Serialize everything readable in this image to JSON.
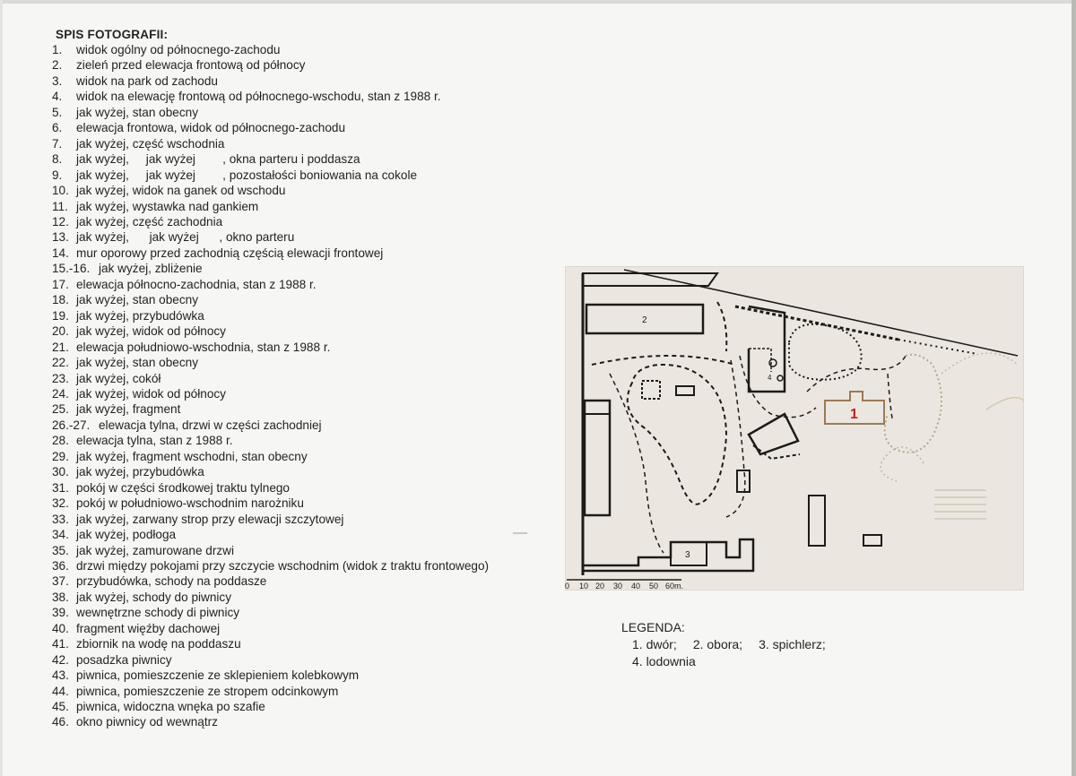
{
  "document": {
    "title": "SPIS FOTOGRAFII:",
    "photos": [
      {
        "num": "1.",
        "text": "widok ogólny od północnego-zachodu"
      },
      {
        "num": "2.",
        "text": "zieleń przed elewacja frontową od północy"
      },
      {
        "num": "3.",
        "text": "widok na park od zachodu"
      },
      {
        "num": "4.",
        "text": "widok na elewację frontową od północnego-wschodu, stan z 1988 r."
      },
      {
        "num": "5.",
        "text": "jak wyżej, stan obecny"
      },
      {
        "num": "6.",
        "text": "elewacja frontowa, widok od północnego-zachodu"
      },
      {
        "num": "7.",
        "text": "jak wyżej, część wschodnia"
      },
      {
        "num": "8.",
        "text": "jak wyżej,     jak wyżej        , okna parteru i poddasza"
      },
      {
        "num": "9.",
        "text": "jak wyżej,     jak wyżej        , pozostałości boniowania na cokole"
      },
      {
        "num": "10.",
        "text": "jak wyżej, widok na ganek od wschodu"
      },
      {
        "num": "11.",
        "text": "jak wyżej, wystawka nad gankiem"
      },
      {
        "num": "12.",
        "text": "jak wyżej, część zachodnia"
      },
      {
        "num": "13.",
        "text": "jak wyżej,      jak wyżej      , okno parteru"
      },
      {
        "num": "14.",
        "text": "mur oporowy przed zachodnią częścią elewacji frontowej"
      },
      {
        "num": "15.-16.",
        "text": "jak wyżej, zbliżenie"
      },
      {
        "num": "17.",
        "text": "elewacja północno-zachodnia, stan z 1988 r."
      },
      {
        "num": "18.",
        "text": "jak wyżej, stan obecny"
      },
      {
        "num": "19.",
        "text": "jak wyżej, przybudówka"
      },
      {
        "num": "20.",
        "text": "jak wyżej, widok od północy"
      },
      {
        "num": "21.",
        "text": "elewacja południowo-wschodnia, stan z 1988 r."
      },
      {
        "num": "22.",
        "text": "jak wyżej, stan obecny"
      },
      {
        "num": "23.",
        "text": "jak wyżej, cokół"
      },
      {
        "num": "24.",
        "text": "jak wyżej, widok od północy"
      },
      {
        "num": "25.",
        "text": "jak wyżej, fragment"
      },
      {
        "num": "26.-27.",
        "text": "elewacja tylna, drzwi w części zachodniej"
      },
      {
        "num": "28.",
        "text": "elewacja tylna, stan z 1988 r."
      },
      {
        "num": "29.",
        "text": "jak wyżej, fragment wschodni, stan obecny"
      },
      {
        "num": "30.",
        "text": "jak wyżej, przybudówka"
      },
      {
        "num": "31.",
        "text": "pokój w części środkowej traktu tylnego"
      },
      {
        "num": "32.",
        "text": "pokój w południowo-wschodnim narożniku"
      },
      {
        "num": "33.",
        "text": "jak wyżej, zarwany strop przy elewacji szczytowej"
      },
      {
        "num": "34.",
        "text": "jak wyżej, podłoga"
      },
      {
        "num": "35.",
        "text": "jak wyżej, zamurowane drzwi"
      },
      {
        "num": "36.",
        "text": "drzwi między pokojami przy szczycie wschodnim (widok z traktu frontowego)"
      },
      {
        "num": "37.",
        "text": "przybudówka, schody na poddasze"
      },
      {
        "num": "38.",
        "text": "jak wyżej, schody do piwnicy"
      },
      {
        "num": "39.",
        "text": "wewnętrzne schody di piwnicy"
      },
      {
        "num": "40.",
        "text": "fragment więźby dachowej"
      },
      {
        "num": "41.",
        "text": "zbiornik na wodę na poddaszu"
      },
      {
        "num": "42.",
        "text": "posadzka piwnicy"
      },
      {
        "num": "43.",
        "text": "piwnica, pomieszczenie ze sklepieniem kolebkowym"
      },
      {
        "num": "44.",
        "text": "piwnica, pomieszczenie ze stropem odcinkowym"
      },
      {
        "num": "45.",
        "text": "piwnica, widoczna wnęka po szafie"
      },
      {
        "num": "46.",
        "text": "okno piwnicy od wewnątrz"
      }
    ]
  },
  "site_plan": {
    "building_labels": [
      "1",
      "2",
      "3"
    ],
    "small_label": "4",
    "scale_labels": [
      "0",
      "10",
      "20",
      "30",
      "40",
      "50",
      "60m."
    ],
    "colors": {
      "paper": "#ebe7e0",
      "ink": "#1e1a16",
      "accent": "#c0202a"
    }
  },
  "legend": {
    "title": "LEGENDA:",
    "items": [
      "1.  dwór;",
      "2.  obora;",
      "3. spichlerz;",
      "4.  lodownia"
    ]
  }
}
